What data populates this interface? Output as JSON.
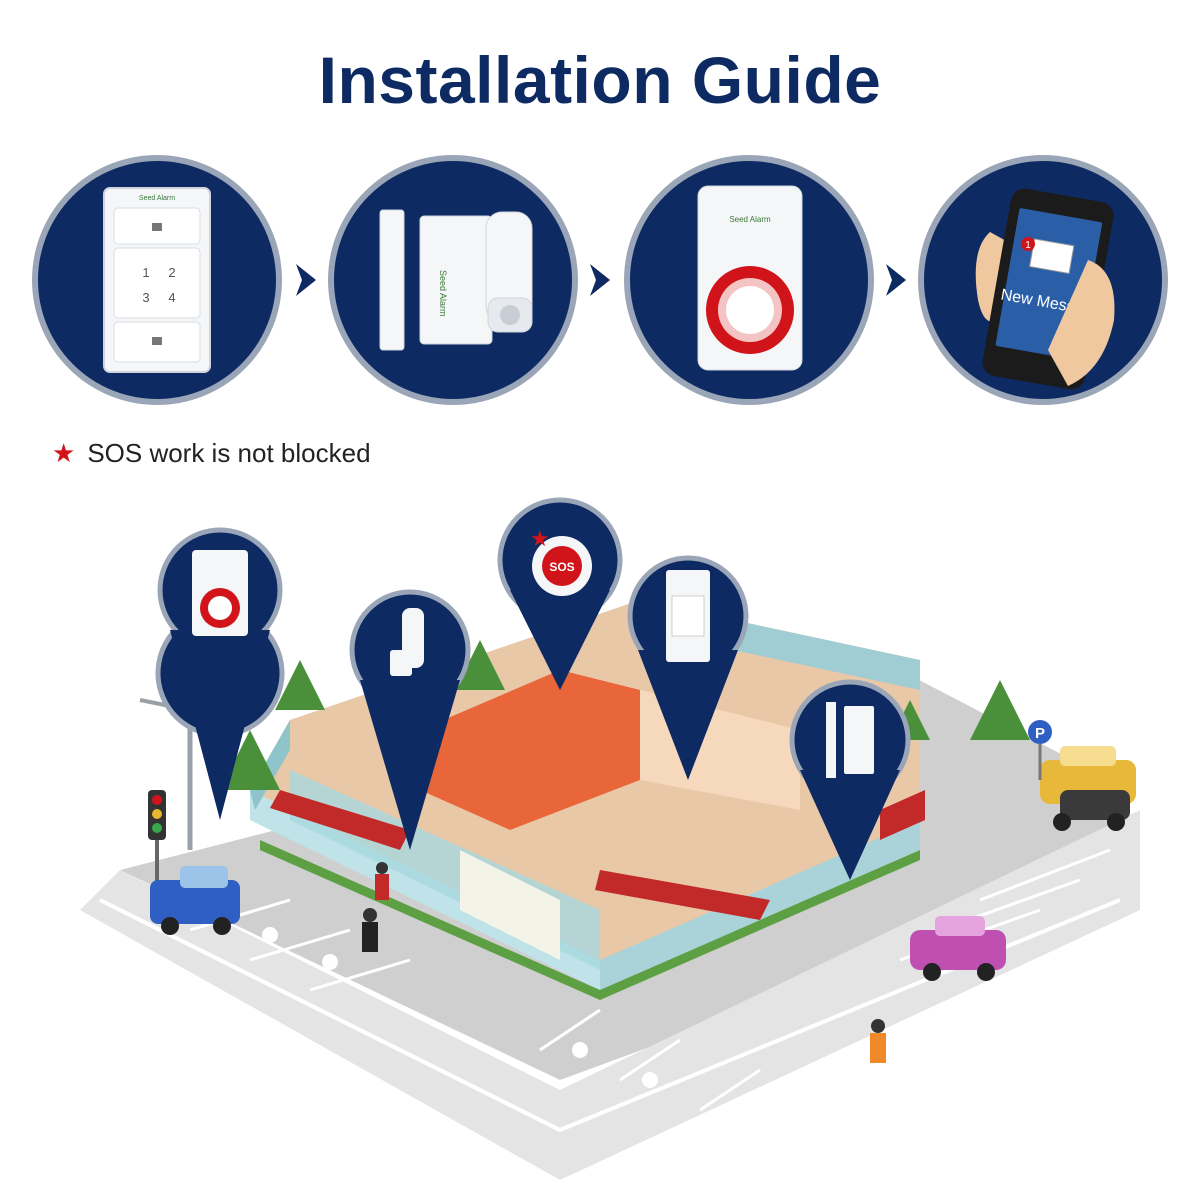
{
  "title": "Installation Guide",
  "brand": "Seed Alarm",
  "keypad": {
    "keys": [
      "1",
      "2",
      "3",
      "4"
    ]
  },
  "phone": {
    "notice": "New Message",
    "badge": "1"
  },
  "note": {
    "text": "SOS work is not blocked"
  },
  "sos": {
    "label": "SOS"
  },
  "parking": {
    "label": "P"
  },
  "colors": {
    "navy": "#0e2a63",
    "circle_border": "#9aa6b8",
    "alarm_red": "#d0141a"
  }
}
